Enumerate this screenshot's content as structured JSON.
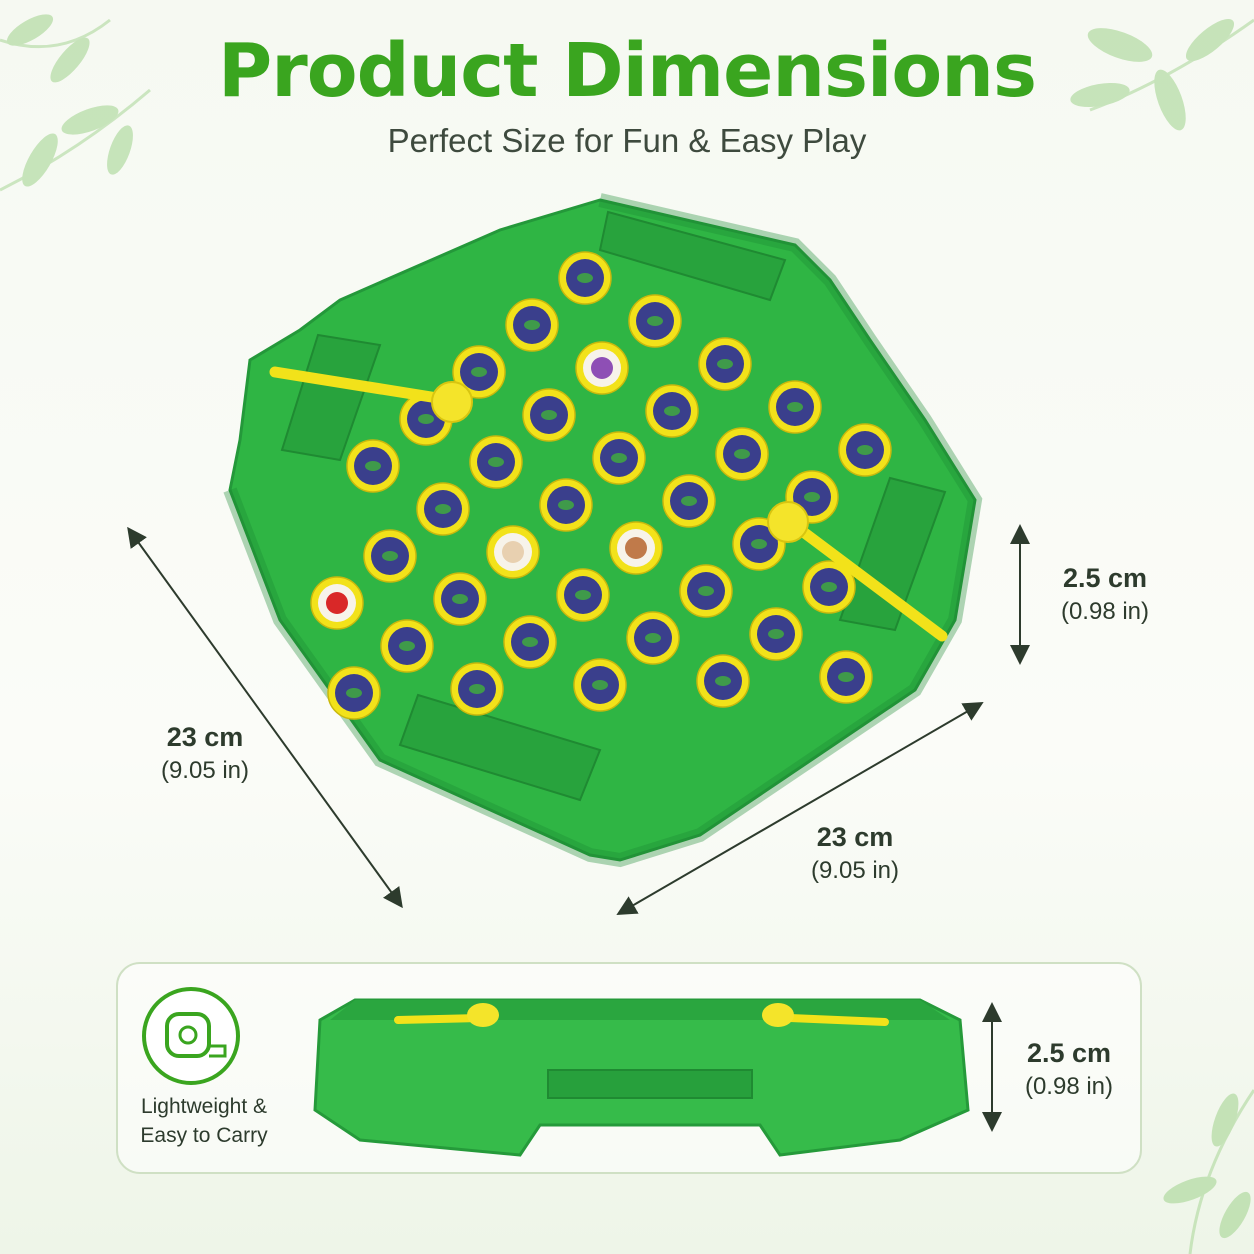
{
  "header": {
    "title": "Product Dimensions",
    "subtitle": "Perfect Size for Fun & Easy Play"
  },
  "dimensions": {
    "length_left": {
      "cm": "23 cm",
      "in": "(9.05 in)"
    },
    "length_bottom": {
      "cm": "23 cm",
      "in": "(9.05 in)"
    },
    "height_top": {
      "cm": "2.5 cm",
      "in": "(0.98 in)"
    },
    "height_side_view": {
      "cm": "2.5 cm",
      "in": "(0.98 in)"
    }
  },
  "feature": {
    "icon": "tape-measure-icon",
    "line1": "Lightweight &",
    "line2": "Easy to Carry"
  },
  "colors": {
    "title_green": "#3aa51f",
    "board_green": "#2fb544",
    "peg_yellow": "#f2e21a",
    "tile_purple": "#3a3f8c"
  }
}
